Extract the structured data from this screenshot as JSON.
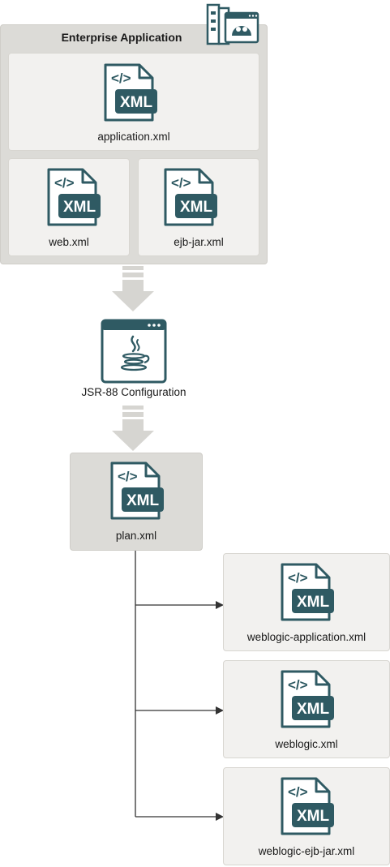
{
  "enterprise": {
    "title": "Enterprise Application",
    "application_file": "application.xml",
    "web_file": "web.xml",
    "ejb_file": "ejb-jar.xml"
  },
  "config": {
    "label": "JSR-88 Configuration"
  },
  "plan": {
    "label": "plan.xml"
  },
  "outputs": [
    "weblogic-application.xml",
    "weblogic.xml",
    "weblogic-ejb-jar.xml"
  ],
  "icon": {
    "tag_text": "</>",
    "badge_text": "XML"
  },
  "colors": {
    "teal": "#2f5a63",
    "box_gray": "#dcdbd7",
    "panel": "#f2f1ef",
    "arrow": "#d6d5d1",
    "line": "#333333"
  }
}
